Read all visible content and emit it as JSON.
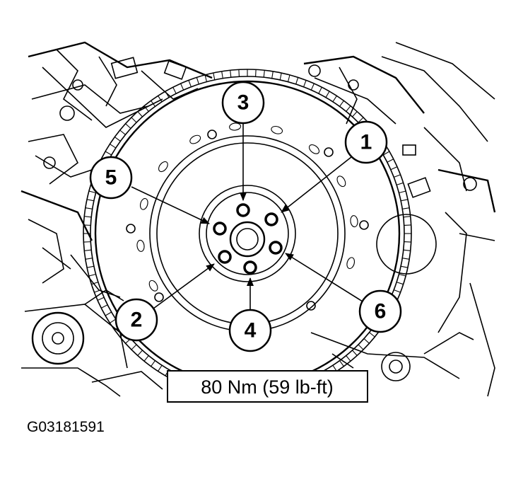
{
  "callouts": [
    {
      "id": "1",
      "label": "1"
    },
    {
      "id": "2",
      "label": "2"
    },
    {
      "id": "3",
      "label": "3"
    },
    {
      "id": "4",
      "label": "4"
    },
    {
      "id": "5",
      "label": "5"
    },
    {
      "id": "6",
      "label": "6"
    }
  ],
  "torque_spec": "80 Nm (59 lb-ft)",
  "figure_id": "G03181591",
  "colors": {
    "ink": "#000000",
    "paper": "#ffffff"
  }
}
